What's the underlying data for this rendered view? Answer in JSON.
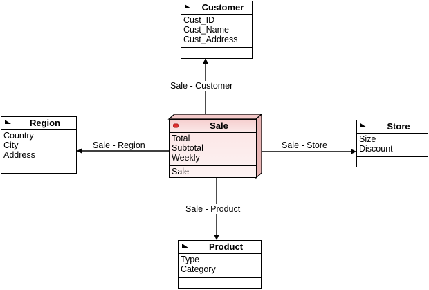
{
  "entities": {
    "customer": {
      "name": "Customer",
      "attributes": [
        "Cust_ID",
        "Cust_Name",
        "Cust_Address"
      ],
      "operations": []
    },
    "region": {
      "name": "Region",
      "attributes": [
        "Country",
        "City",
        "Address"
      ],
      "operations": []
    },
    "sale": {
      "name": "Sale",
      "attributes": [
        "Total",
        "Subtotal",
        "Weekly"
      ],
      "operations": [
        "Sale"
      ]
    },
    "store": {
      "name": "Store",
      "attributes": [
        "Size",
        "Discount"
      ],
      "operations": []
    },
    "product": {
      "name": "Product",
      "attributes": [
        "Type",
        "Category"
      ],
      "operations": []
    }
  },
  "relationships": {
    "sale_customer": "Sale - Customer",
    "sale_region": "Sale - Region",
    "sale_store": "Sale - Store",
    "sale_product": "Sale - Product"
  },
  "colors": {
    "line": "#000000",
    "sale_fill": "#fbe3e3",
    "sale_marker": "#e03030"
  }
}
